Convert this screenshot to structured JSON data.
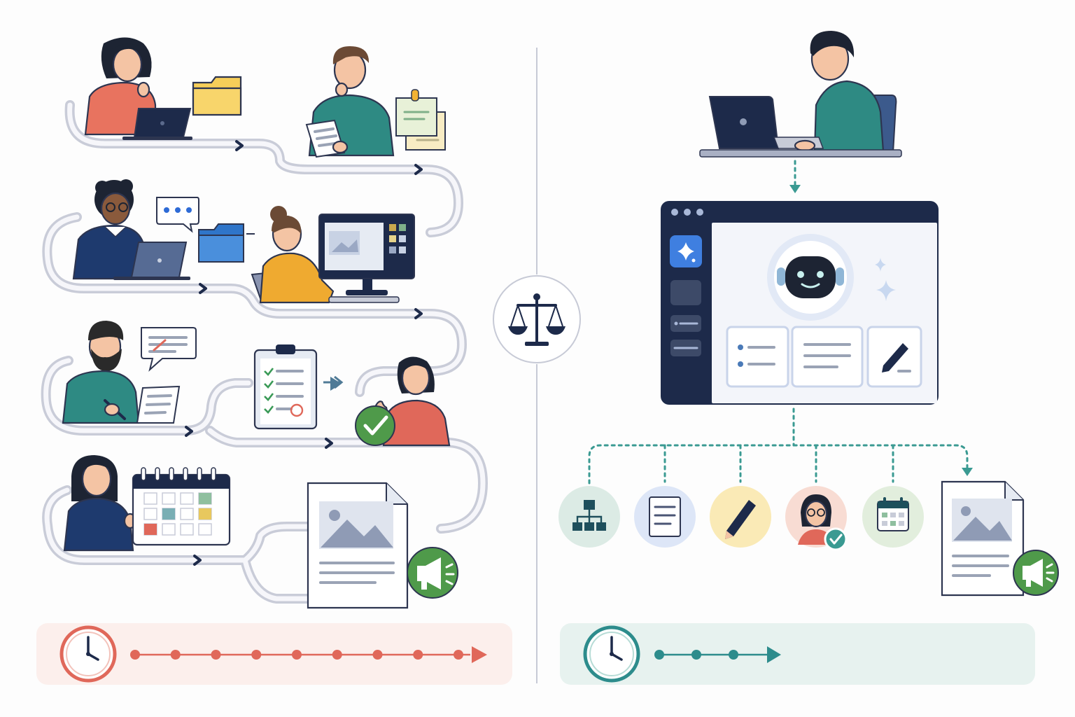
{
  "diagram": {
    "left_panel": {
      "workflow_steps": [
        {
          "actor": "woman-at-laptop",
          "artifact": "folder-icon"
        },
        {
          "actor": "thinking-man-with-document",
          "artifact": "sticky-notes-icon"
        },
        {
          "actor": "man-with-glasses-at-laptop",
          "artifact": "chat-bubble-icon"
        },
        {
          "actor": "woman-at-desktop-monitor",
          "artifact": "image-editor-icon"
        },
        {
          "actor": "bearded-man-writing",
          "artifact": "feedback-bubble-icon"
        },
        {
          "actor": "checklist-clipboard",
          "artifact": "checklist-icon"
        },
        {
          "actor": "woman-thumbs-up",
          "artifact": "approved-check-icon"
        },
        {
          "actor": "woman-with-calendar",
          "artifact": "calendar-icon"
        },
        {
          "actor": "published-document",
          "artifact": "megaphone-icon"
        }
      ],
      "timeline": {
        "dots": 9,
        "color": "#e0685a",
        "background": "#fcefec"
      }
    },
    "center": {
      "icon": "balance-scale-icon"
    },
    "right_panel": {
      "actor": "man-at-laptop",
      "app_window": {
        "assistant": "robot-icon",
        "sparkle": "sparkle-icon"
      },
      "outputs": [
        {
          "icon": "hierarchy-icon",
          "color": "#dcebe5"
        },
        {
          "icon": "document-icon",
          "color": "#dde6f7"
        },
        {
          "icon": "pencil-icon",
          "color": "#faeab6"
        },
        {
          "icon": "approved-person-icon",
          "color": "#f8dcd3"
        },
        {
          "icon": "calendar-icon",
          "color": "#e2eedd"
        }
      ],
      "timeline": {
        "dots": 3,
        "color": "#2d8c8c",
        "background": "#e7f2ef"
      }
    },
    "colors": {
      "navy": "#1d2a4a",
      "teal": "#3a9a92",
      "coral": "#e0685a",
      "green": "#4f9a4a"
    }
  }
}
